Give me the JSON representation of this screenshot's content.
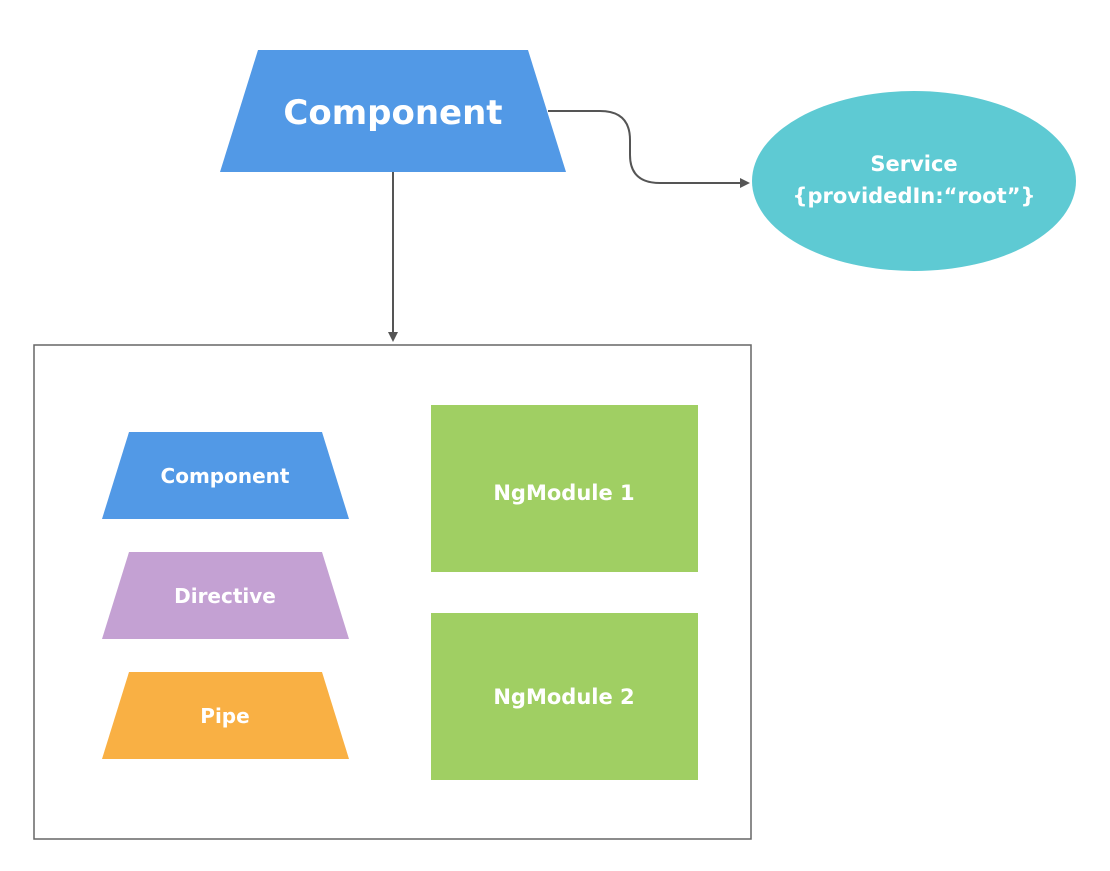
{
  "main_component": {
    "label": "Component",
    "color": "#5299E6"
  },
  "service": {
    "label_line1": "Service",
    "label_line2": "{providedIn:“root”}",
    "color": "#5ECAD3"
  },
  "container": {
    "items": [
      {
        "label": "Component",
        "color": "#5299E6",
        "shape": "trapezoid"
      },
      {
        "label": "Directive",
        "color": "#C4A1D3",
        "shape": "trapezoid"
      },
      {
        "label": "Pipe",
        "color": "#F9B044",
        "shape": "trapezoid"
      }
    ],
    "modules": [
      {
        "label": "NgModule 1",
        "color": "#A0CF63"
      },
      {
        "label": "NgModule 2",
        "color": "#A0CF63"
      }
    ]
  },
  "connector_color": "#555555"
}
